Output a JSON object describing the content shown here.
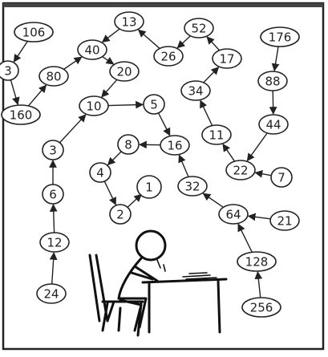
{
  "comic": {
    "colors": {
      "ink": "#222222",
      "background": "#ffffff",
      "center_ring": "#777777"
    },
    "nodes": [
      {
        "id": "n106",
        "label": "106"
      },
      {
        "id": "n13",
        "label": "13"
      },
      {
        "id": "n52",
        "label": "52"
      },
      {
        "id": "n176",
        "label": "176"
      },
      {
        "id": "n40",
        "label": "40"
      },
      {
        "id": "n26",
        "label": "26"
      },
      {
        "id": "n17",
        "label": "17"
      },
      {
        "id": "n3a",
        "label": "3"
      },
      {
        "id": "n80",
        "label": "80"
      },
      {
        "id": "n20",
        "label": "20"
      },
      {
        "id": "n88",
        "label": "88"
      },
      {
        "id": "n34",
        "label": "34"
      },
      {
        "id": "n160",
        "label": "160"
      },
      {
        "id": "n10",
        "label": "10"
      },
      {
        "id": "n5",
        "label": "5"
      },
      {
        "id": "n44",
        "label": "44"
      },
      {
        "id": "n11",
        "label": "11"
      },
      {
        "id": "n8",
        "label": "8"
      },
      {
        "id": "n16",
        "label": "16"
      },
      {
        "id": "n3",
        "label": "3"
      },
      {
        "id": "n22",
        "label": "22"
      },
      {
        "id": "n7",
        "label": "7"
      },
      {
        "id": "n4",
        "label": "4"
      },
      {
        "id": "n1",
        "label": "1"
      },
      {
        "id": "n32",
        "label": "32"
      },
      {
        "id": "n6",
        "label": "6"
      },
      {
        "id": "n2",
        "label": "2"
      },
      {
        "id": "n64",
        "label": "64"
      },
      {
        "id": "n21",
        "label": "21"
      },
      {
        "id": "n12",
        "label": "12"
      },
      {
        "id": "n128",
        "label": "128"
      },
      {
        "id": "n24",
        "label": "24"
      },
      {
        "id": "n256",
        "label": "256"
      }
    ],
    "edges": [
      [
        "n106",
        "n3a"
      ],
      [
        "n3a",
        "n160"
      ],
      [
        "n160",
        "n80"
      ],
      [
        "n80",
        "n40"
      ],
      [
        "n13",
        "n40"
      ],
      [
        "n40",
        "n20"
      ],
      [
        "n20",
        "n10"
      ],
      [
        "n26",
        "n13"
      ],
      [
        "n52",
        "n26"
      ],
      [
        "n17",
        "n52"
      ],
      [
        "n34",
        "n17"
      ],
      [
        "n11",
        "n34"
      ],
      [
        "n22",
        "n11"
      ],
      [
        "n44",
        "n22"
      ],
      [
        "n88",
        "n44"
      ],
      [
        "n176",
        "n88"
      ],
      [
        "n7",
        "n22"
      ],
      [
        "n3",
        "n10"
      ],
      [
        "n6",
        "n3"
      ],
      [
        "n12",
        "n6"
      ],
      [
        "n24",
        "n12"
      ],
      [
        "n10",
        "n5"
      ],
      [
        "n5",
        "n16"
      ],
      [
        "n16",
        "n8"
      ],
      [
        "n8",
        "n4"
      ],
      [
        "n4",
        "n2"
      ],
      [
        "n2",
        "n1"
      ],
      [
        "n32",
        "n16"
      ],
      [
        "n64",
        "n32"
      ],
      [
        "n21",
        "n64"
      ],
      [
        "n128",
        "n64"
      ],
      [
        "n256",
        "n128"
      ]
    ]
  }
}
